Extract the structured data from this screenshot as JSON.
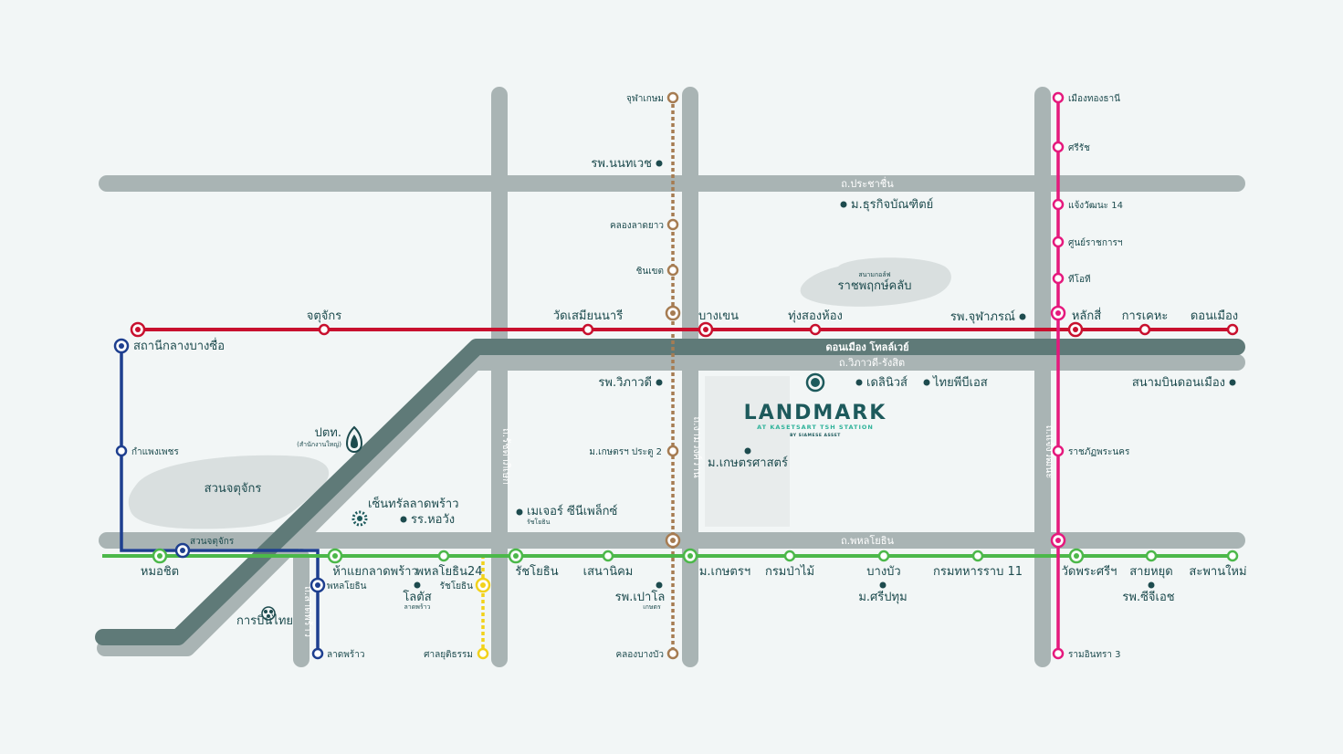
{
  "colors": {
    "background": "#f2f6f6",
    "road": "#a9b4b4",
    "expressway": "#5f7a78",
    "red_line": "#c8102e",
    "pink_line": "#e5197d",
    "green_line": "#4cb84a",
    "blue_line": "#1e3f8f",
    "brown_line": "#a67c52",
    "yellow_line": "#f2d21b",
    "text": "#1d4b4e",
    "park": "#d9dfdf"
  },
  "roads": {
    "prachachuen": "ถ.ประชาชื่น",
    "don_mueang_tollway": "ดอนเมือง โทลล์เวย์",
    "vibhavadi_rangsit": "ถ.วิภาวดี-รังสิต",
    "phahonyothin": "ถ.พหลโยธิน",
    "ratchadaphisek": "ถ.รัชดาภิเษก",
    "ngamwongwan": "ถ.งามวงศ์วาน",
    "ladprao": "ถ.ลาดพร้าว",
    "chaeng_watthana_vertical": "ถ.แจ้งวัฒนะ"
  },
  "landmark": {
    "title": "LANDMARK",
    "subtitle": "AT KASETSART TSH STATION",
    "by": "BY SIAMESE ASSET"
  },
  "red_line": {
    "stations": [
      "สถานีกลางบางซื่อ",
      "จตุจักร",
      "วัดเสมียนนารี",
      "บางเขน",
      "ทุ่งสองห้อง",
      "หลักสี่",
      "การเคหะ",
      "ดอนเมือง"
    ]
  },
  "pink_line": {
    "stations": [
      "เมืองทองธานี",
      "ศรีรัช",
      "แจ้งวัฒนะ 14",
      "ศูนย์ราชการฯ",
      "ทีโอที",
      "ราชภัฏพระนคร",
      "รามอินทรา 3"
    ]
  },
  "green_line": {
    "stations": [
      "หมอชิต",
      "ห้าแยกลาดพร้าว",
      "พหลโยธิน24",
      "รัชโยธิน",
      "เสนานิคม",
      "ม.เกษตรฯ",
      "กรมป่าไม้",
      "บางบัว",
      "กรมทหารราบ 11",
      "วัดพระศรีฯ",
      "สายหยุด",
      "สะพานใหม่"
    ]
  },
  "blue_line": {
    "stations": [
      "กำแพงเพชร",
      "สวนจตุจักร",
      "พหลโยธิน",
      "ลาดพร้าว"
    ]
  },
  "brown_line": {
    "stations": [
      "จุฬาเกษม",
      "คลองลาดยาว",
      "ชินเขต",
      "ม.เกษตรฯ ประตู 2",
      "คลองบางบัว"
    ]
  },
  "yellow_line": {
    "stations": [
      "รัชโยธิน",
      "ศาลยุติธรรม"
    ]
  },
  "pois": {
    "nonthavej": "รพ.นนทเวช",
    "dpu": "ม.ธุรกิจบัณฑิตย์",
    "golf_small": "สนามกอล์ฟ",
    "golf_name": "ราชพฤกษ์คลับ",
    "chulabhorn": "รพ.จุฬาภรณ์",
    "vibhavadi_hospital": "รพ.วิภาวดี",
    "central_landmark_dot": "",
    "delinews": "เดลินิวส์",
    "thaipbs": "ไทยพีบีเอส",
    "don_mueang_airport": "สนามบินดอนเมือง",
    "ptt": "ปตท.",
    "ptt_sub": "(สำนักงานใหญ่)",
    "chatuchak_park": "สวนจตุจักร",
    "central_ladprao": "เซ็นทรัลลาดพร้าว",
    "horwang": "รร.หอวัง",
    "major": "เมเจอร์ ซีนีเพล็กซ์",
    "major_sub": "รัชโยธิน",
    "kasetsart": "ม.เกษตรศาสตร์",
    "lotus": "โลตัส",
    "lotus_sub": "ลาดพร้าว",
    "paolo": "รพ.เปาโล",
    "paolo_sub": "เกษตร",
    "sripatum": "ม.ศรีปทุม",
    "siphat_hospital": "รพ.ซีจีเอช",
    "kanbinthai": "การบินไทย"
  }
}
